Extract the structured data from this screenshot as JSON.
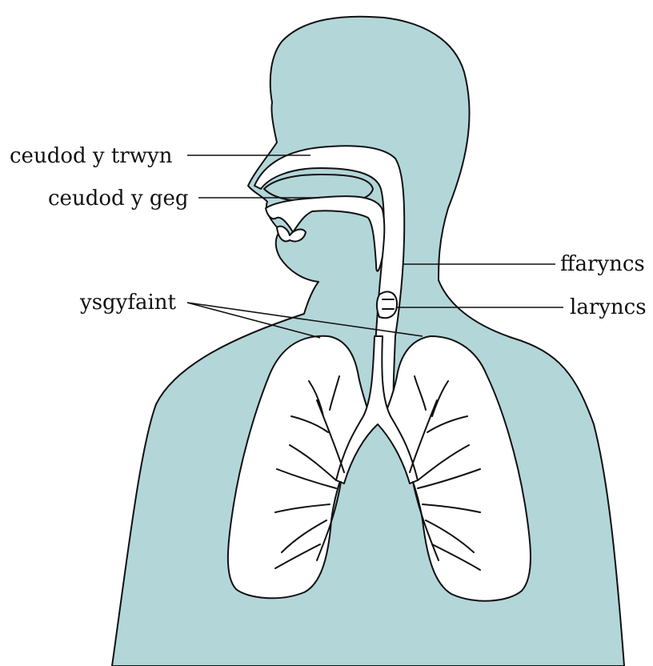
{
  "labels": {
    "nasal_cavity": "ceudod y trwyn",
    "oral_cavity": "ceudod y geg",
    "pharynx": "ffaryncs",
    "larynx": "laryncs",
    "lungs": "ysgyfaint"
  },
  "colors": {
    "body": "#b3d6d9",
    "outline": "#111111",
    "organ": "#ffffff"
  }
}
